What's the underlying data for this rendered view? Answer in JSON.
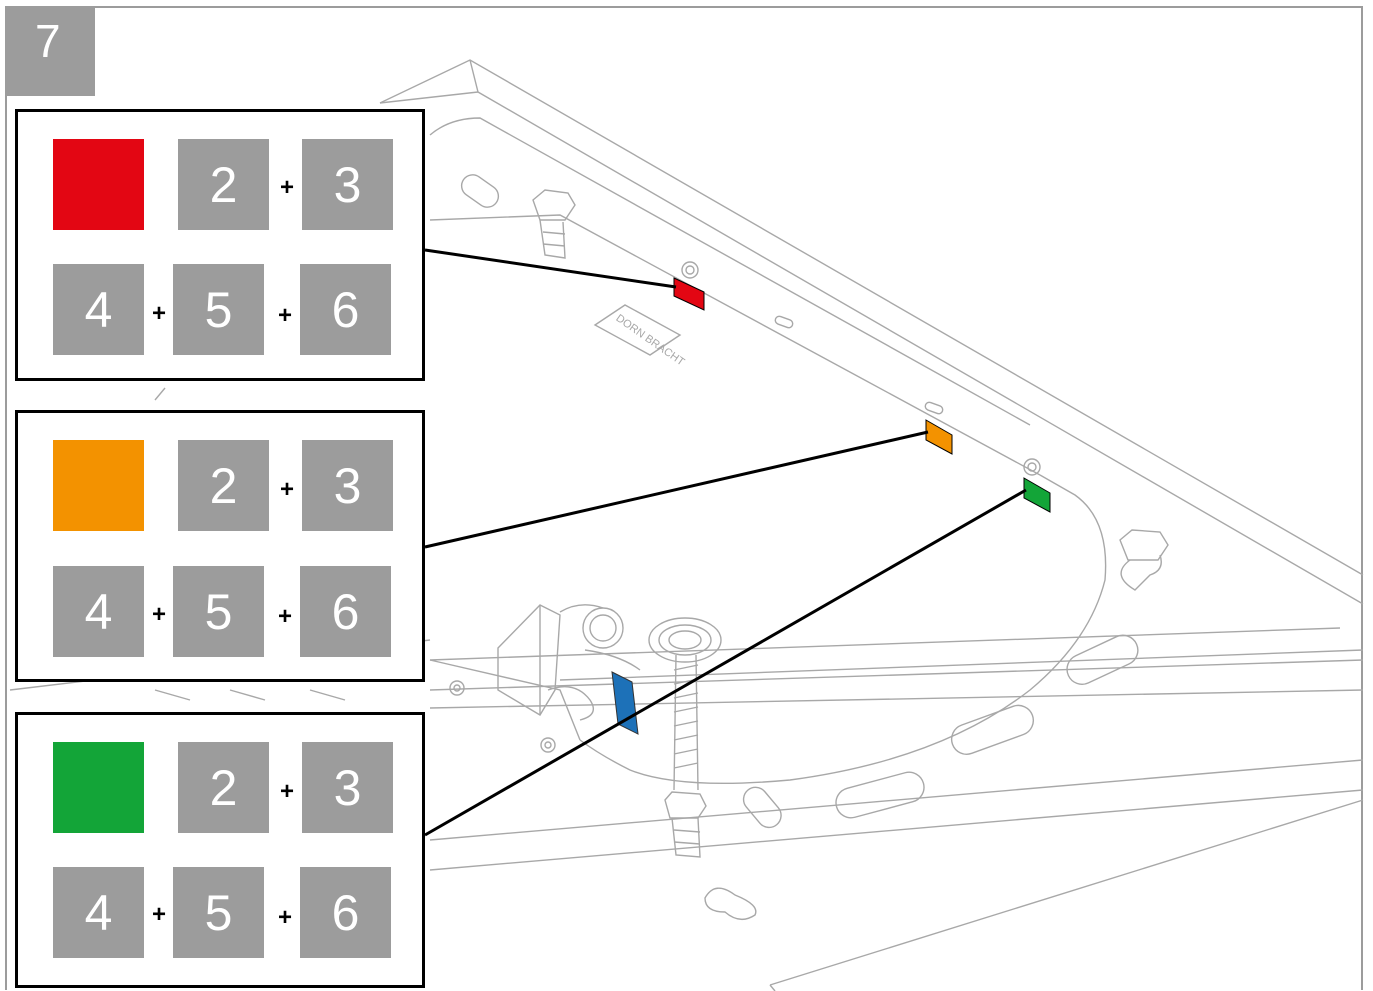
{
  "step_number": "7",
  "logo_text": "DORN BRACHT",
  "panels": [
    {
      "id": "red",
      "color": "#e30613",
      "row1": [
        "2",
        "3"
      ],
      "row2": [
        "4",
        "5",
        "6"
      ],
      "plus": "+"
    },
    {
      "id": "orange",
      "color": "#f39200",
      "row1": [
        "2",
        "3"
      ],
      "row2": [
        "4",
        "5",
        "6"
      ],
      "plus": "+"
    },
    {
      "id": "green",
      "color": "#13a538",
      "row1": [
        "2",
        "3"
      ],
      "row2": [
        "4",
        "5",
        "6"
      ],
      "plus": "+"
    }
  ],
  "part_colors": {
    "red_marker": "#e30613",
    "orange_marker": "#f39200",
    "green_marker": "#13a538",
    "blue_marker": "#1d71b8"
  }
}
